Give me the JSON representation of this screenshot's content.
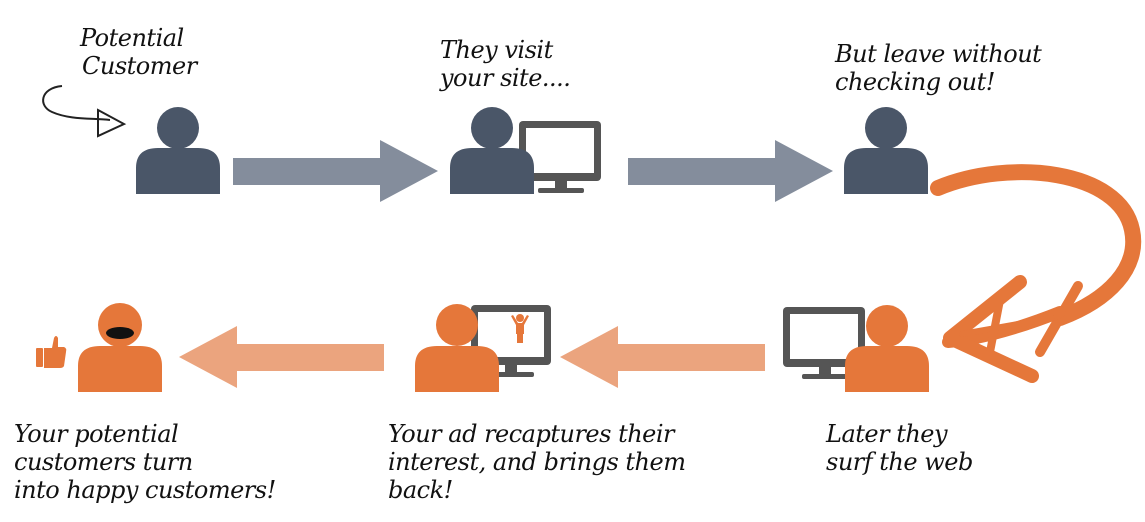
{
  "labels": {
    "potential_customer": [
      "Potential",
      "Customer"
    ],
    "visit_site": [
      "They visit",
      "your site...."
    ],
    "leave": [
      "But leave without",
      "checking out!"
    ],
    "surf_web": [
      "Later they",
      "surf the web"
    ],
    "recapture": [
      "Your ad recaptures their",
      "interest, and brings them",
      "back!"
    ],
    "happy": [
      "Your potential",
      "customers turn",
      "into happy customers!"
    ]
  },
  "colors": {
    "dark_person": "#4a5668",
    "gray_arrow": "#848d9c",
    "orange": "#e5773a",
    "light_arrow": "#eba47e",
    "monitor": "#555555"
  },
  "icons": [
    "person-icon",
    "monitor-icon",
    "arrow-icon",
    "thumbs-up-icon",
    "brush-arrow-icon"
  ]
}
